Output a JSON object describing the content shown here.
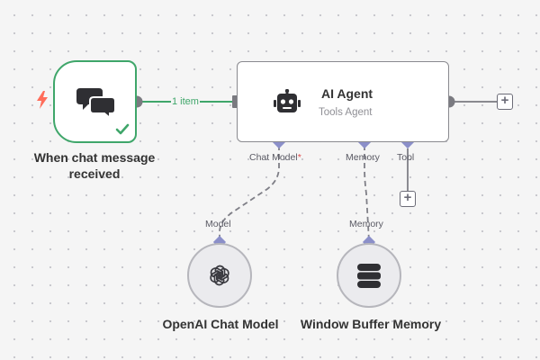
{
  "nodes": {
    "trigger": {
      "title": "When chat message received",
      "icon": "chat-bubbles-icon",
      "status_icon": "check-icon",
      "trigger_icon": "lightning-bolt-icon"
    },
    "agent": {
      "title": "AI Agent",
      "subtitle": "Tools Agent",
      "icon": "robot-icon",
      "ports": {
        "chat_model": "Chat Model",
        "chat_model_required": "*",
        "memory": "Memory",
        "tool": "Tool"
      }
    },
    "openai": {
      "title": "OpenAI Chat Model",
      "input_label": "Model",
      "icon": "openai-icon"
    },
    "memory": {
      "title": "Window Buffer Memory",
      "input_label": "Memory",
      "icon": "database-icon"
    }
  },
  "connections": {
    "main_edge_label": "1 item"
  },
  "colors": {
    "success": "#3fa66a",
    "trigger_bolt": "#ff6d5a",
    "port": "#8b8fc9",
    "border": "#8a8a8f",
    "connector": "#7f7f87",
    "canvas": "#f5f5f5"
  }
}
